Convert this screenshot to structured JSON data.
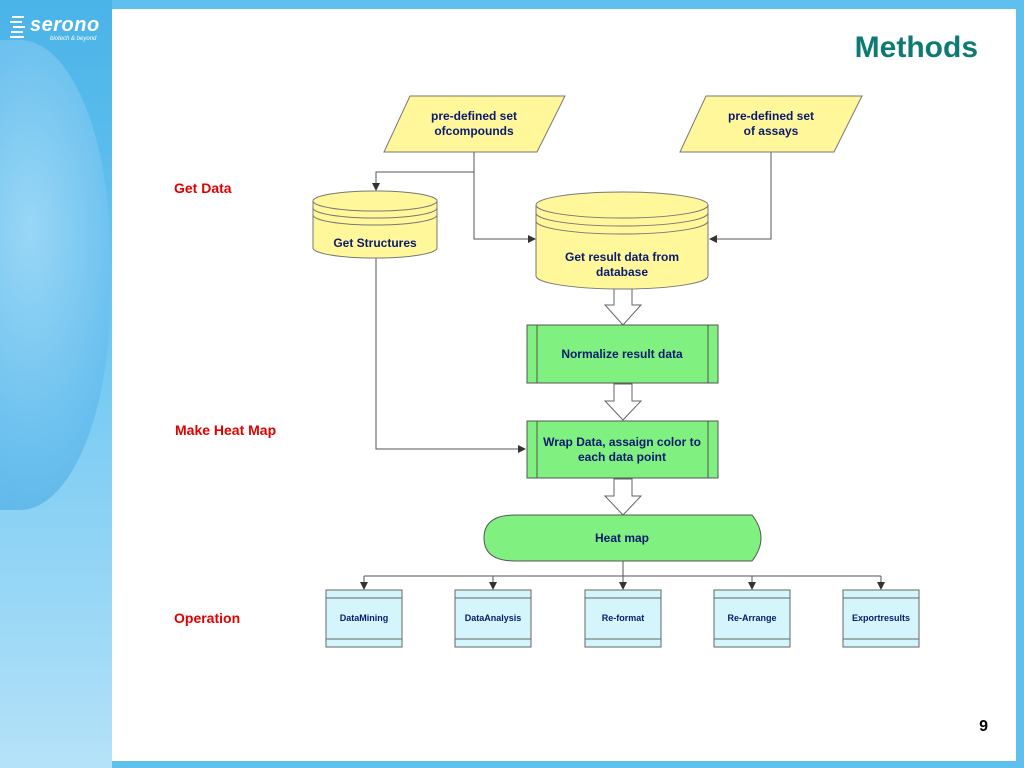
{
  "slide": {
    "title": "Methods",
    "page_number": "9"
  },
  "logo": {
    "name": "serono",
    "tagline": "biotech & beyond"
  },
  "sections": {
    "get_data": "Get Data",
    "make_heat_map": "Make Heat Map",
    "operation": "Operation"
  },
  "nodes": {
    "compounds": [
      "pre-defined set",
      "ofcompounds"
    ],
    "assays": [
      "pre-defined set",
      "of assays"
    ],
    "get_structures": "Get Structures",
    "database": [
      "Get result data from",
      "database"
    ],
    "normalize": "Normalize result data",
    "wrap": [
      "Wrap Data, assaign color to",
      "each data point"
    ],
    "heatmap": "Heat map"
  },
  "operations": [
    "DataMining",
    "DataAnalysis",
    "Re-format",
    "Re-Arrange",
    "Exportresults"
  ],
  "colors": {
    "background": "#5fc0ee",
    "title": "#0d7a73",
    "section_label": "#e00000",
    "data_fill": "#fff799",
    "process_fill": "#80f080",
    "operation_fill": "#d4f5fb",
    "node_text": "#0a1a6e"
  }
}
